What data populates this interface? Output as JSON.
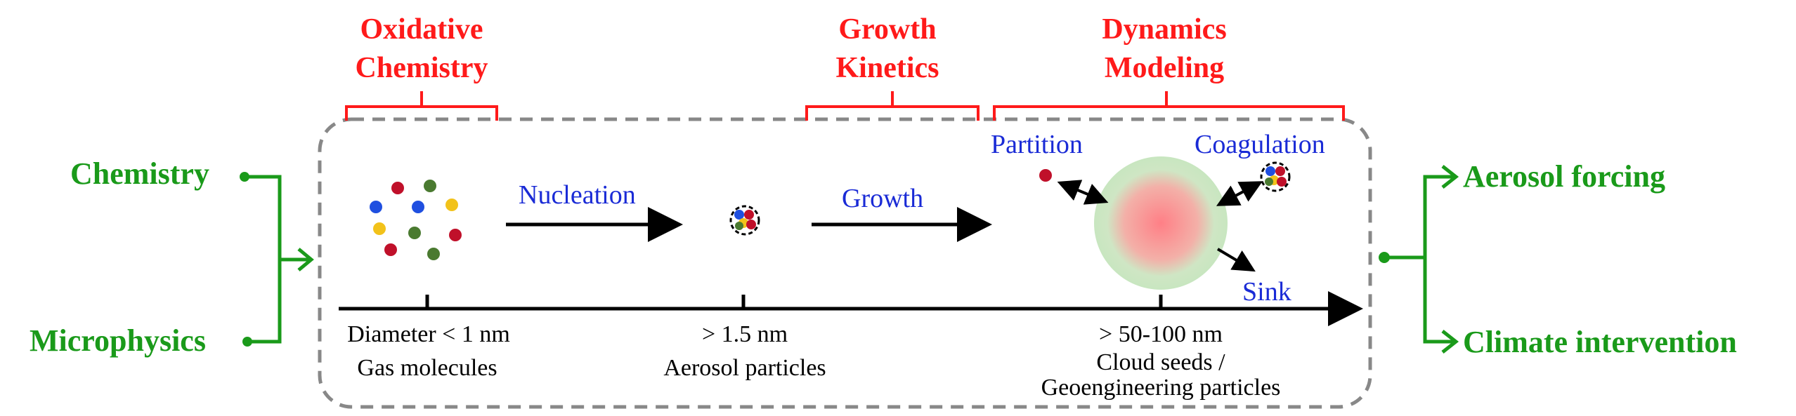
{
  "inputs": {
    "chemistry": "Chemistry",
    "microphysics": "Microphysics"
  },
  "outputs": {
    "aerosol_forcing": "Aerosol forcing",
    "climate_intervention": "Climate intervention"
  },
  "brackets": {
    "oxidative": [
      "Oxidative",
      "Chemistry"
    ],
    "growth": [
      "Growth",
      "Kinetics"
    ],
    "dynamics": [
      "Dynamics",
      "Modeling"
    ]
  },
  "processes": {
    "nucleation": "Nucleation",
    "growth": "Growth",
    "partition": "Partition",
    "coagulation": "Coagulation",
    "sink": "Sink"
  },
  "axis": {
    "tick1": {
      "size": "Diameter < 1 nm",
      "desc": "Gas molecules"
    },
    "tick2": {
      "size": "> 1.5 nm",
      "desc": "Aerosol particles"
    },
    "tick3": {
      "size": "> 50-100 nm",
      "desc": [
        "Cloud seeds /",
        "Geoengineering particles"
      ]
    }
  },
  "colors": {
    "green": "#1a9a1a",
    "red": "#ff1a1a",
    "blue": "#1a2bd6",
    "black": "#000000",
    "dashed_border": "#888888",
    "mol_red": "#c0102a",
    "mol_green": "#4a7a30",
    "mol_blue": "#1f4fe0",
    "mol_yellow": "#f2c21a"
  }
}
